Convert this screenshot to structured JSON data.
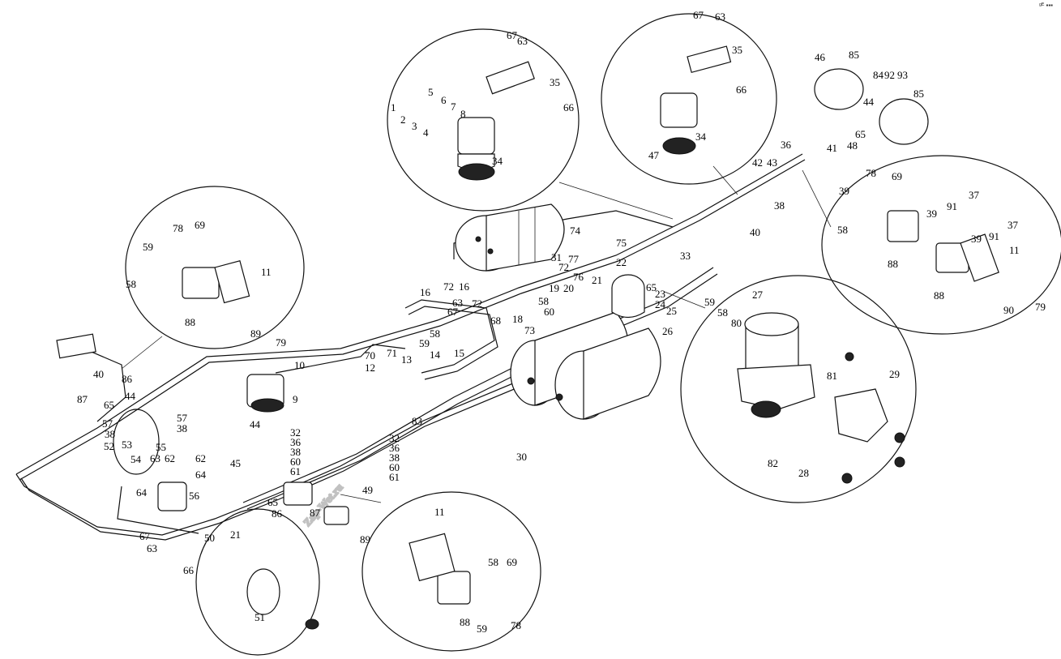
{
  "watermark": "Zap-Wet.ru",
  "corner_mark": "ᵍᴱ ▪▪▪",
  "callouts": [
    {
      "id": "c67a",
      "text": "67"
    },
    {
      "id": "c63a",
      "text": "63"
    },
    {
      "id": "c35a",
      "text": "35"
    },
    {
      "id": "c66a",
      "text": "66"
    },
    {
      "id": "c34a",
      "text": "34"
    },
    {
      "id": "c5a",
      "text": "5"
    },
    {
      "id": "c6a",
      "text": "6"
    },
    {
      "id": "c7a",
      "text": "7"
    },
    {
      "id": "c8a",
      "text": "8"
    },
    {
      "id": "c1a",
      "text": "1"
    },
    {
      "id": "c2a",
      "text": "2"
    },
    {
      "id": "c3a",
      "text": "3"
    },
    {
      "id": "c4a",
      "text": "4"
    },
    {
      "id": "c67b",
      "text": "67"
    },
    {
      "id": "c63b",
      "text": "63"
    },
    {
      "id": "c35b",
      "text": "35"
    },
    {
      "id": "c66b",
      "text": "66"
    },
    {
      "id": "c34b",
      "text": "34"
    },
    {
      "id": "c47",
      "text": "47"
    },
    {
      "id": "c46",
      "text": "46"
    },
    {
      "id": "c85a",
      "text": "85"
    },
    {
      "id": "c85b",
      "text": "85"
    },
    {
      "id": "c84",
      "text": "84"
    },
    {
      "id": "c92",
      "text": "92"
    },
    {
      "id": "c93",
      "text": "93"
    },
    {
      "id": "c44a",
      "text": "44"
    },
    {
      "id": "c65a",
      "text": "65"
    },
    {
      "id": "c48",
      "text": "48"
    },
    {
      "id": "c36",
      "text": "36"
    },
    {
      "id": "c41",
      "text": "41"
    },
    {
      "id": "c42",
      "text": "42"
    },
    {
      "id": "c43",
      "text": "43"
    },
    {
      "id": "c38a",
      "text": "38"
    },
    {
      "id": "c40a",
      "text": "40"
    },
    {
      "id": "c33",
      "text": "33"
    },
    {
      "id": "c74",
      "text": "74"
    },
    {
      "id": "c75",
      "text": "75"
    },
    {
      "id": "c31",
      "text": "31"
    },
    {
      "id": "c77",
      "text": "77"
    },
    {
      "id": "c72a",
      "text": "72"
    },
    {
      "id": "c76",
      "text": "76"
    },
    {
      "id": "c22",
      "text": "22"
    },
    {
      "id": "c21a",
      "text": "21"
    },
    {
      "id": "c78a",
      "text": "78"
    },
    {
      "id": "c69a",
      "text": "69"
    },
    {
      "id": "c37a",
      "text": "37"
    },
    {
      "id": "c37b",
      "text": "37"
    },
    {
      "id": "c91a",
      "text": "91"
    },
    {
      "id": "c91b",
      "text": "91"
    },
    {
      "id": "c39a",
      "text": "39"
    },
    {
      "id": "c39b",
      "text": "39"
    },
    {
      "id": "c39c",
      "text": "39"
    },
    {
      "id": "c58a",
      "text": "58"
    },
    {
      "id": "c11a",
      "text": "11"
    },
    {
      "id": "c88a",
      "text": "88"
    },
    {
      "id": "c88b",
      "text": "88"
    },
    {
      "id": "c90",
      "text": "90"
    },
    {
      "id": "c79a",
      "text": "79"
    },
    {
      "id": "c27",
      "text": "27"
    },
    {
      "id": "c59a",
      "text": "59"
    },
    {
      "id": "c58b",
      "text": "58"
    },
    {
      "id": "c80",
      "text": "80"
    },
    {
      "id": "c81",
      "text": "81"
    },
    {
      "id": "c29",
      "text": "29"
    },
    {
      "id": "c82",
      "text": "82"
    },
    {
      "id": "c28",
      "text": "28"
    },
    {
      "id": "c78b",
      "text": "78"
    },
    {
      "id": "c69b",
      "text": "69"
    },
    {
      "id": "c59b",
      "text": "59"
    },
    {
      "id": "c58c",
      "text": "58"
    },
    {
      "id": "c11b",
      "text": "11"
    },
    {
      "id": "c88c",
      "text": "88"
    },
    {
      "id": "c89a",
      "text": "89"
    },
    {
      "id": "c79b",
      "text": "79"
    },
    {
      "id": "c16a",
      "text": "16"
    },
    {
      "id": "c72b",
      "text": "72"
    },
    {
      "id": "c16b",
      "text": "16"
    },
    {
      "id": "c72c",
      "text": "72"
    },
    {
      "id": "c63c",
      "text": "63"
    },
    {
      "id": "c67c",
      "text": "67"
    },
    {
      "id": "c68",
      "text": "68"
    },
    {
      "id": "c58d",
      "text": "58"
    },
    {
      "id": "c59c",
      "text": "59"
    },
    {
      "id": "c14",
      "text": "14"
    },
    {
      "id": "c15",
      "text": "15"
    },
    {
      "id": "c73",
      "text": "73"
    },
    {
      "id": "c18",
      "text": "18"
    },
    {
      "id": "c19",
      "text": "19"
    },
    {
      "id": "c20",
      "text": "20"
    },
    {
      "id": "c58e",
      "text": "58"
    },
    {
      "id": "c60a",
      "text": "60"
    },
    {
      "id": "c65b",
      "text": "65"
    },
    {
      "id": "c23",
      "text": "23"
    },
    {
      "id": "c24",
      "text": "24"
    },
    {
      "id": "c25",
      "text": "25"
    },
    {
      "id": "c26",
      "text": "26"
    },
    {
      "id": "c30",
      "text": "30"
    },
    {
      "id": "c10",
      "text": "10"
    },
    {
      "id": "c70",
      "text": "70"
    },
    {
      "id": "c71",
      "text": "71"
    },
    {
      "id": "c12",
      "text": "12"
    },
    {
      "id": "c13",
      "text": "13"
    },
    {
      "id": "c9",
      "text": "9"
    },
    {
      "id": "c83",
      "text": "83"
    },
    {
      "id": "c32a",
      "text": "32"
    },
    {
      "id": "c36b",
      "text": "36"
    },
    {
      "id": "c38b",
      "text": "38"
    },
    {
      "id": "c60b",
      "text": "60"
    },
    {
      "id": "c61a",
      "text": "61"
    },
    {
      "id": "c32b",
      "text": "32"
    },
    {
      "id": "c36c",
      "text": "36"
    },
    {
      "id": "c38c",
      "text": "38"
    },
    {
      "id": "c60c",
      "text": "60"
    },
    {
      "id": "c61b",
      "text": "61"
    },
    {
      "id": "c40b",
      "text": "40"
    },
    {
      "id": "c86a",
      "text": "86"
    },
    {
      "id": "c87a",
      "text": "87"
    },
    {
      "id": "c65c",
      "text": "65"
    },
    {
      "id": "c44b",
      "text": "44"
    },
    {
      "id": "c44c",
      "text": "44"
    },
    {
      "id": "c45",
      "text": "45"
    },
    {
      "id": "c57a",
      "text": "57"
    },
    {
      "id": "c38d",
      "text": "38"
    },
    {
      "id": "c52",
      "text": "52"
    },
    {
      "id": "c53",
      "text": "53"
    },
    {
      "id": "c55",
      "text": "55"
    },
    {
      "id": "c54",
      "text": "54"
    },
    {
      "id": "c57b",
      "text": "57"
    },
    {
      "id": "c38e",
      "text": "38"
    },
    {
      "id": "c62a",
      "text": "62"
    },
    {
      "id": "c63d",
      "text": "63"
    },
    {
      "id": "c62b",
      "text": "62"
    },
    {
      "id": "c64a",
      "text": "64"
    },
    {
      "id": "c64b",
      "text": "64"
    },
    {
      "id": "c56",
      "text": "56"
    },
    {
      "id": "c67d",
      "text": "67"
    },
    {
      "id": "c63e",
      "text": "63"
    },
    {
      "id": "c50",
      "text": "50"
    },
    {
      "id": "c21b",
      "text": "21"
    },
    {
      "id": "c66c",
      "text": "66"
    },
    {
      "id": "c51",
      "text": "51"
    },
    {
      "id": "c49",
      "text": "49"
    },
    {
      "id": "c65d",
      "text": "65"
    },
    {
      "id": "c86b",
      "text": "86"
    },
    {
      "id": "c87b",
      "text": "87"
    },
    {
      "id": "c11c",
      "text": "11"
    },
    {
      "id": "c89b",
      "text": "89"
    },
    {
      "id": "c88d",
      "text": "88"
    },
    {
      "id": "c59d",
      "text": "59"
    },
    {
      "id": "c58f",
      "text": "58"
    },
    {
      "id": "c69c",
      "text": "69"
    },
    {
      "id": "c78c",
      "text": "78"
    }
  ]
}
